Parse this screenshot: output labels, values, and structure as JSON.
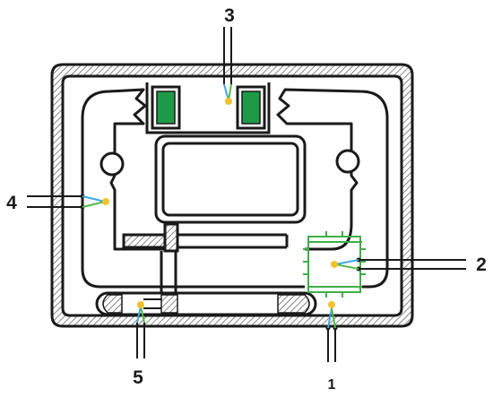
{
  "callouts": [
    {
      "id": "1",
      "label": "1"
    },
    {
      "id": "2",
      "label": "2"
    },
    {
      "id": "3",
      "label": "3"
    },
    {
      "id": "4",
      "label": "4"
    },
    {
      "id": "5",
      "label": "5"
    }
  ],
  "colors": {
    "outline": "#1a1a1a",
    "hatch": "#555555",
    "green_block": "#1e9a48",
    "chip": "#3fae49",
    "wire_blue": "#3fa7e0",
    "wire_green": "#54b948",
    "junction": "#f2c12e"
  }
}
